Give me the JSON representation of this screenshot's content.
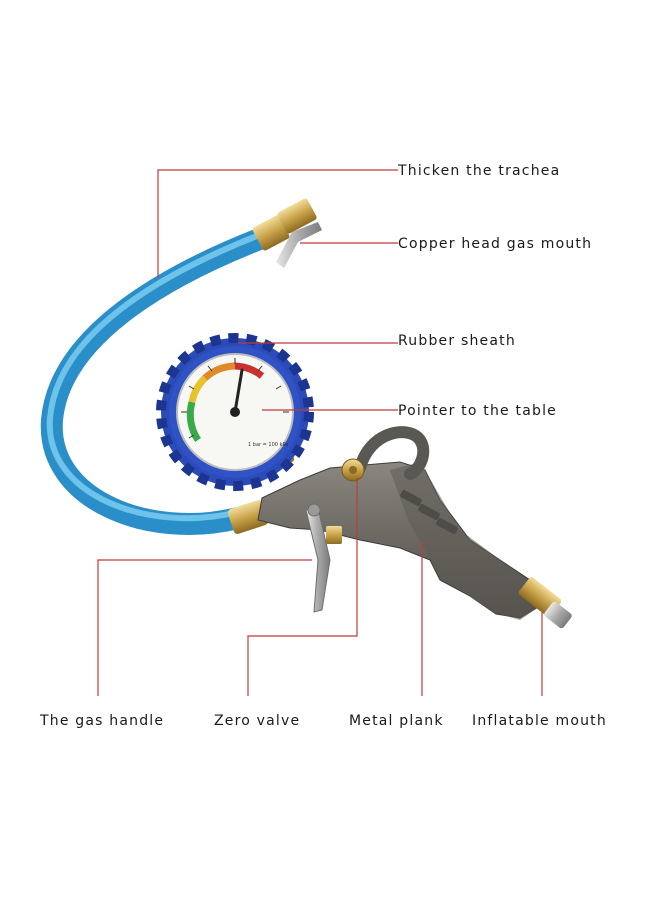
{
  "diagram": {
    "labels": {
      "thicken_trachea": "Thicken the trachea",
      "copper_head": "Copper head gas mouth",
      "rubber_sheath": "Rubber sheath",
      "pointer_table": "Pointer to the table",
      "gas_handle": "The gas handle",
      "zero_valve": "Zero valve",
      "metal_plank": "Metal plank",
      "inflatable_mouth": "Inflatable mouth"
    },
    "gauge": {
      "unit_text": "1 bar = 100 kPa"
    },
    "colors": {
      "hose": "#3da5dc",
      "rubber_sheath": "#2b4bb8",
      "gun_body": "#6e6c66",
      "copper": "#c9a24a",
      "leader_line": "#c23b3b"
    }
  }
}
